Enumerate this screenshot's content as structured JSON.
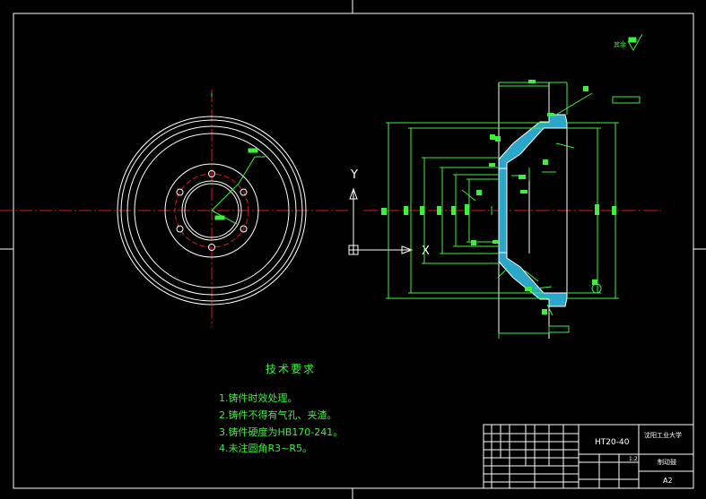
{
  "drawing": {
    "model_code": "HT20-40",
    "school": "沈阳工业大学",
    "part_name": "制动鼓",
    "sheet_size": "A2",
    "scale": "1:2",
    "tech_requirements_title": "技术要求",
    "tech_requirements": [
      "1.铸件时效处理。",
      "2.铸件不得有气孔、夹渣。",
      "3.铸件硬度为HB170-241。",
      "4.未注圆角R3~R5。"
    ],
    "axis_label_y": "Y",
    "axis_label_x": "X",
    "roughness_other_label": "其余"
  },
  "colors": {
    "background": "#000000",
    "outline": "#ffffff",
    "centerline": "#e01818",
    "dimension": "#3cf03c",
    "section_fill": "#2aa7c9"
  }
}
